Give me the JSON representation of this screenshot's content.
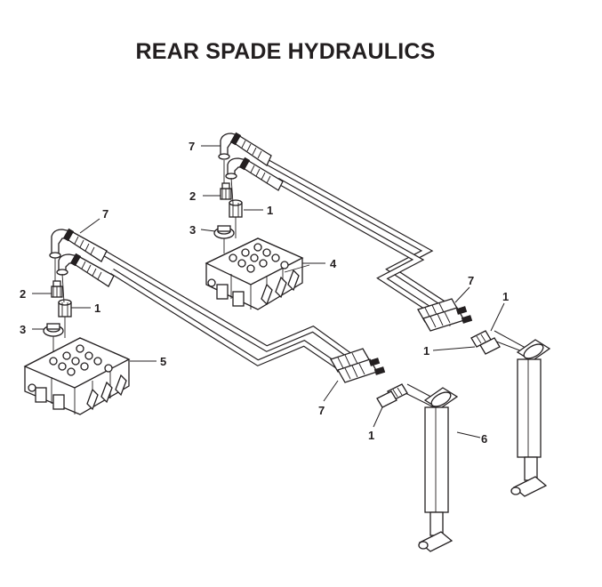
{
  "title": "REAR SPADE HYDRAULICS",
  "callouts": {
    "c7_top": "7",
    "c2_upper": "2",
    "c1_upper": "1",
    "c3_upper": "3",
    "c4": "4",
    "c7_left": "7",
    "c2_lower": "2",
    "c1_lower": "1",
    "c3_lower": "3",
    "c5": "5",
    "c7_right": "7",
    "c1_right": "1",
    "c1_mid": "1",
    "c7_bottom": "7",
    "c1_bottom": "1",
    "c6": "6"
  },
  "colors": {
    "ink": "#231f20",
    "paper": "#ffffff"
  }
}
